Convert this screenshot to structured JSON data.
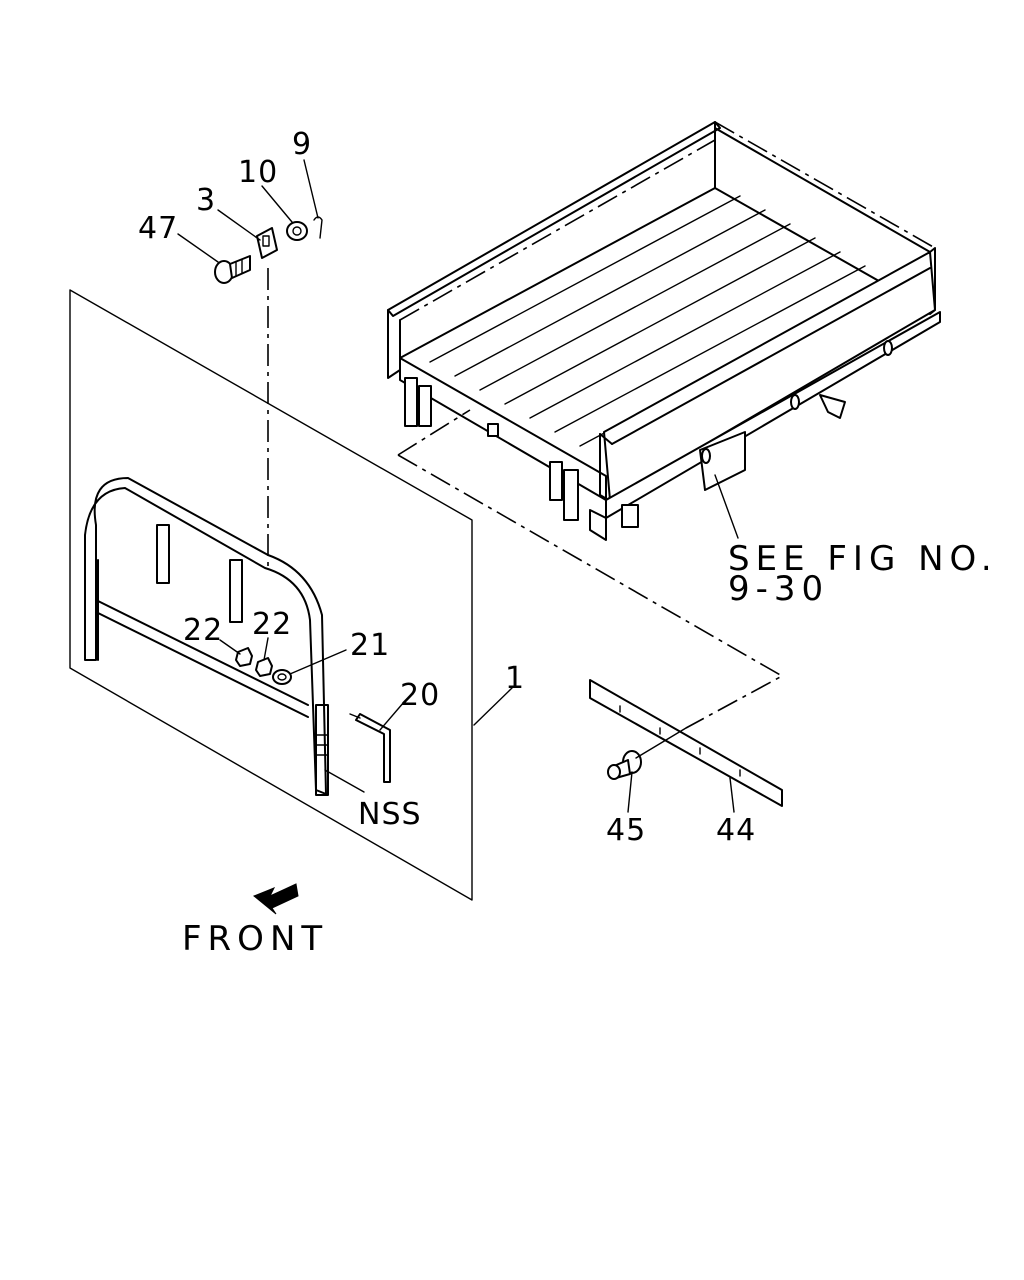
{
  "labels": {
    "p1": "1",
    "p3": "3",
    "p9": "9",
    "p10": "10",
    "p20": "20",
    "p21": "21",
    "p22a": "22",
    "p22b": "22",
    "p44": "44",
    "p45": "45",
    "p47": "47",
    "nss": "NSS"
  },
  "reference": {
    "line1": "SEE FIG NO.",
    "line2": "9-30"
  },
  "direction": {
    "label": "FRONT"
  }
}
